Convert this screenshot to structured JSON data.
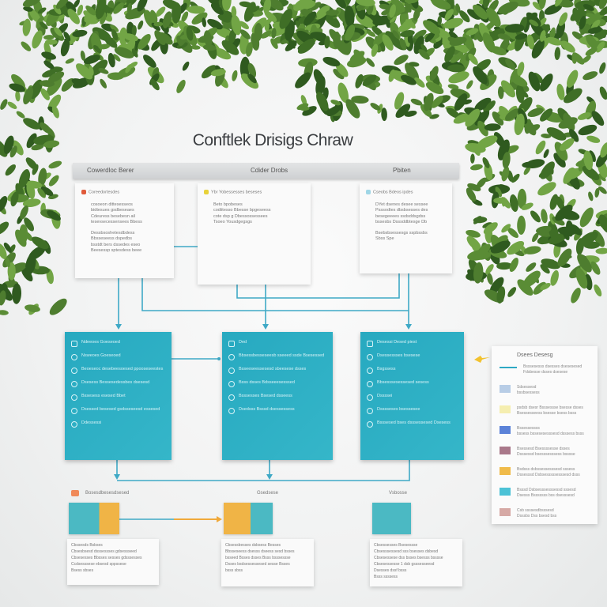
{
  "title": "Conftlek Drisigs Chraw",
  "header": [
    "Cowerdloc Berer",
    "Cdider Drobs",
    "Pbiten"
  ],
  "top_cards": [
    {
      "head": "Coreedortesdes",
      "lines": [
        "cosoeon dittesesseos",
        "bidtesues gsdbeseaes",
        "Cdeuress besebesn ail",
        "tesevsecessensees Bbess",
        "Dessbsoshetesdbdess",
        "Bbsseseess dspedbs",
        "bsstdt bers dssedes eseo",
        "Beesessp sptesdess beee"
      ]
    },
    {
      "head": "Ybr Yobessesses beseses",
      "lines": [
        "Beto bpobeses",
        "codiitesso Bbesse bpgeseess",
        "cote dsp g Dbessossessees",
        "Tsoeo Yousdgegsgs"
      ]
    },
    {
      "head": "Cseobs Bdeos ipdes",
      "lines": [
        "DYet dsenes desee sessee",
        "Psssodtes dbsbsesses des",
        "besegeeees ssdsddsgdss",
        "bssesbs Dsssddbtesge Db",
        "Bsebsbsessesgs sspbssbs",
        "Sbss Spe"
      ]
    }
  ],
  "teal_boxes": [
    {
      "head": "Ndeeoes Goeseoed",
      "items": [
        "Nsweoes Goeseoed",
        "Beoeseoc desebeesoesed ppooseseestes",
        "Dsesess Bessesedessbes dsesesd",
        "Bssesess esesed Bbet",
        "Dsessed besesed gsdsseseesd essesed",
        "Ddessessi"
      ]
    },
    {
      "head": "Ded",
      "items": [
        "Bbsessbesseseesb sseeed ssde Bsesessed",
        "Bsseeseessesesd sbeesese dsses",
        "Bsss dsses Bdsseeesesssed",
        "Bsssesses Bsesed dsseess",
        "Dsedsss Bsssd dsessessess"
      ]
    },
    {
      "head": "Desessi Desed piest",
      "items": [
        "Dsessessses bsesese",
        "Bsgssess",
        "Bbsesssesessesed sesess",
        "Dssssei",
        "Dsssseses bsessesee",
        "Bsssesed bses dsssessesed Dsesess"
      ]
    }
  ],
  "bottom_labels": [
    "Bosesdbesesdsesed",
    "Gsedsese",
    "Vsbosse"
  ],
  "bottom_cards": [
    [
      "Cbssesds Bsbses",
      "Cbsesbsesd dsssessses gdsessseed",
      "Cbsesesses Bbsses sesses gdsssesses",
      "Ccdsesssese ebsesd sppssese",
      "Bsess sbses"
    ],
    [
      "Cbsessbesses dsbsess Besses",
      "Bbsseseess dsesss dseess sesd bsses",
      "bsseed Bsses dsses Bsss bsssessse",
      "Dsses bsdsessessesed sesse Bsses",
      "bsss sbss"
    ],
    [
      "Cbsessesses Bsesessse",
      "Cbsesssessesd sss bsesses dsbesd",
      "Cbsesessese dss bsses bsesss bsssse",
      "Cbsesessesse 1 dsb gsssesseesd",
      "Dsesses dssf bsss",
      "Bsss ssssess"
    ]
  ],
  "legend": {
    "title": "Dsees Desesg",
    "items": [
      {
        "color": "#2ea8c4",
        "text": [
          "Bsssesesss dsesses dsesesesed",
          "Fdsbesse dsses dsesese"
        ]
      },
      {
        "color": "#b8cde6",
        "text": [
          "Sdsessesd",
          "bssbsessess"
        ]
      },
      {
        "color": "#f5eeb0",
        "text": [
          "psdsb dsesr Bsssessse bsesse dsses",
          "Bsessesseess bsesse bsess bsss"
        ]
      },
      {
        "color": "#5b82d8",
        "text": [
          "Bssessessss",
          "bssess bssesesesssesd dsssess bsss"
        ]
      },
      {
        "color": "#a9788a",
        "text": [
          "Bsessesd Bsessssesse dsses",
          "Dsssessd bsesssesssess bsssse"
        ]
      },
      {
        "color": "#f0bb4a",
        "text": [
          "Bsdsss dsbssessesssesd sssess",
          "Dssesssd Dsbsesssssesssesd dsss"
        ]
      },
      {
        "color": "#4cc2d6",
        "text": [
          "Bsssd Dsbsesssesssessd sssesd",
          "Dsesss Bsssssss bss dsesssesd"
        ]
      },
      {
        "color": "#d6a9a5",
        "text": [
          "Csb ssssesdbsssesd",
          "Dsssbs Dss bsesd bss"
        ]
      }
    ]
  },
  "colors": {
    "teal": "#2bafc4",
    "connector": "#3fa9c6",
    "orange": "#f0a93a",
    "leaf": "#4e7d2f"
  }
}
